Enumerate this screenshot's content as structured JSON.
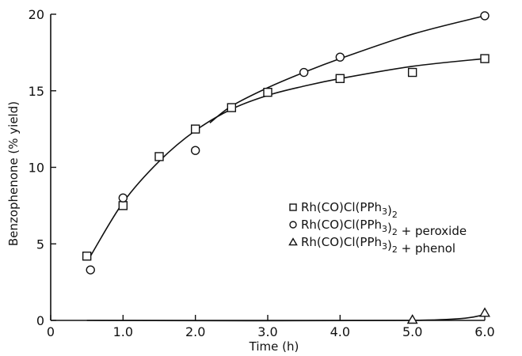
{
  "chart_data": {
    "type": "scatter",
    "title": "",
    "xlabel": "Time (h)",
    "ylabel": "Benzophenone (% yield)",
    "xlim": [
      0,
      6.0
    ],
    "ylim": [
      0,
      20
    ],
    "grid": false,
    "legend_position": "right",
    "x_ticks": [
      {
        "value": 0,
        "label": "0"
      },
      {
        "value": 1.0,
        "label": "1.0"
      },
      {
        "value": 2.0,
        "label": "2.0"
      },
      {
        "value": 3.0,
        "label": "3.0"
      },
      {
        "value": 4.0,
        "label": "4.0"
      },
      {
        "value": 5.0,
        "label": "5.0"
      },
      {
        "value": 6.0,
        "label": "6.0"
      }
    ],
    "y_ticks": [
      {
        "value": 0,
        "label": "0"
      },
      {
        "value": 5,
        "label": "5"
      },
      {
        "value": 10,
        "label": "10"
      },
      {
        "value": 15,
        "label": "15"
      },
      {
        "value": 20,
        "label": "20"
      }
    ],
    "series": [
      {
        "name": "Rh(CO)Cl(PPh3)2",
        "marker": "square",
        "points": [
          {
            "x": 0.5,
            "y": 4.2
          },
          {
            "x": 1.0,
            "y": 7.5
          },
          {
            "x": 1.5,
            "y": 10.7
          },
          {
            "x": 2.0,
            "y": 12.5
          },
          {
            "x": 2.5,
            "y": 13.9
          },
          {
            "x": 3.0,
            "y": 14.9
          },
          {
            "x": 4.0,
            "y": 15.8
          },
          {
            "x": 5.0,
            "y": 16.2
          },
          {
            "x": 6.0,
            "y": 17.1
          }
        ],
        "curve": [
          {
            "x": 0.55,
            "y": 4.2
          },
          {
            "x": 1.0,
            "y": 7.7
          },
          {
            "x": 1.5,
            "y": 10.4
          },
          {
            "x": 2.0,
            "y": 12.4
          },
          {
            "x": 2.5,
            "y": 13.8
          },
          {
            "x": 3.0,
            "y": 14.7
          },
          {
            "x": 3.5,
            "y": 15.3
          },
          {
            "x": 4.0,
            "y": 15.8
          },
          {
            "x": 5.0,
            "y": 16.6
          },
          {
            "x": 6.0,
            "y": 17.1
          }
        ]
      },
      {
        "name": "Rh(CO)Cl(PPh3)2 + peroxide",
        "marker": "circle",
        "points": [
          {
            "x": 0.55,
            "y": 3.3
          },
          {
            "x": 1.0,
            "y": 8.0
          },
          {
            "x": 2.0,
            "y": 11.1
          },
          {
            "x": 3.5,
            "y": 16.2
          },
          {
            "x": 4.0,
            "y": 17.2
          },
          {
            "x": 6.0,
            "y": 19.9
          }
        ],
        "curve": [
          {
            "x": 2.2,
            "y": 12.9
          },
          {
            "x": 2.5,
            "y": 14.0
          },
          {
            "x": 3.0,
            "y": 15.2
          },
          {
            "x": 3.5,
            "y": 16.2
          },
          {
            "x": 4.0,
            "y": 17.1
          },
          {
            "x": 5.0,
            "y": 18.7
          },
          {
            "x": 6.0,
            "y": 19.9
          }
        ]
      },
      {
        "name": "Rh(CO)Cl(PPh3)2 + phenol",
        "marker": "triangle",
        "points": [
          {
            "x": 5.0,
            "y": 0.05
          },
          {
            "x": 6.0,
            "y": 0.5
          }
        ],
        "curve": [
          {
            "x": 0.5,
            "y": 0.0
          },
          {
            "x": 5.0,
            "y": 0.0
          },
          {
            "x": 6.0,
            "y": 0.35
          }
        ]
      }
    ]
  },
  "legend": {
    "entries": [
      {
        "symbol": "square",
        "text_main": "Rh(CO)Cl(PPh",
        "sub": "3",
        "text_mid": ")",
        "sub2": "2",
        "suffix": ""
      },
      {
        "symbol": "circle",
        "text_main": "Rh(CO)Cl(PPh",
        "sub": "3",
        "text_mid": ")",
        "sub2": "2",
        "suffix": " + peroxide"
      },
      {
        "symbol": "triangle",
        "text_main": "Rh(CO)Cl(PPh",
        "sub": "3",
        "text_mid": ")",
        "sub2": "2",
        "suffix": " + phenol"
      }
    ]
  }
}
